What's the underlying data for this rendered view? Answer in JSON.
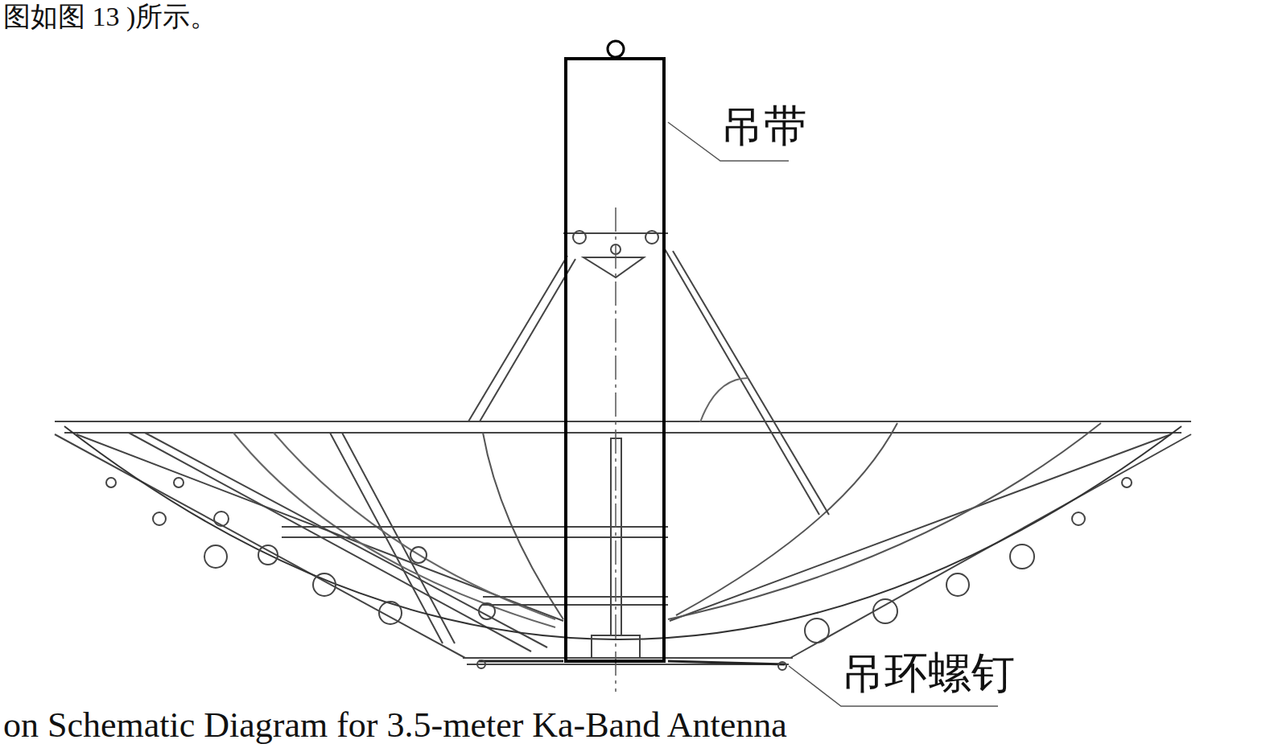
{
  "diagram": {
    "labels": [
      "吊带",
      "吊环螺钉",
      "图如图 13 )所示。",
      "on Schematic Diagram for 3.5-meter Ka-Band Antenna"
    ]
  }
}
